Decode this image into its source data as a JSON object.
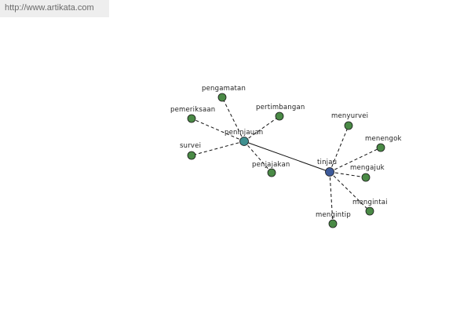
{
  "header": {
    "source_url": "http://www.artikata.com"
  },
  "graph": {
    "colors": {
      "leaf": "#4a8a46",
      "hub_primary": "#3d5a9a",
      "hub_secondary": "#3f8f8f",
      "stroke": "#1a1a1a"
    },
    "nodes": [
      {
        "id": "tinjau",
        "label": "tinjau",
        "kind": "hub_primary"
      },
      {
        "id": "peninjauan",
        "label": "peninjauan",
        "kind": "hub_secondary"
      },
      {
        "id": "pengamatan",
        "label": "pengamatan",
        "kind": "leaf"
      },
      {
        "id": "pemeriksaan",
        "label": "pemeriksaan",
        "kind": "leaf"
      },
      {
        "id": "pertimbangan",
        "label": "pertimbangan",
        "kind": "leaf"
      },
      {
        "id": "survei",
        "label": "survei",
        "kind": "leaf"
      },
      {
        "id": "penjajakan",
        "label": "penjajakan",
        "kind": "leaf"
      },
      {
        "id": "menyurvei",
        "label": "menyurvei",
        "kind": "leaf"
      },
      {
        "id": "menengok",
        "label": "menengok",
        "kind": "leaf"
      },
      {
        "id": "mengajuk",
        "label": "mengajuk",
        "kind": "leaf"
      },
      {
        "id": "mengintai",
        "label": "mengintai",
        "kind": "leaf"
      },
      {
        "id": "mengintip",
        "label": "mengintip",
        "kind": "leaf"
      }
    ],
    "edges": [
      {
        "from": "tinjau",
        "to": "peninjauan",
        "style": "solid"
      },
      {
        "from": "peninjauan",
        "to": "pengamatan",
        "style": "dashed"
      },
      {
        "from": "peninjauan",
        "to": "pemeriksaan",
        "style": "dashed"
      },
      {
        "from": "peninjauan",
        "to": "pertimbangan",
        "style": "dashed"
      },
      {
        "from": "peninjauan",
        "to": "survei",
        "style": "dashed"
      },
      {
        "from": "peninjauan",
        "to": "penjajakan",
        "style": "dashed"
      },
      {
        "from": "tinjau",
        "to": "menyurvei",
        "style": "dashed"
      },
      {
        "from": "tinjau",
        "to": "menengok",
        "style": "dashed"
      },
      {
        "from": "tinjau",
        "to": "mengajuk",
        "style": "dashed"
      },
      {
        "from": "tinjau",
        "to": "mengintai",
        "style": "dashed"
      },
      {
        "from": "tinjau",
        "to": "mengintip",
        "style": "dashed"
      }
    ]
  }
}
